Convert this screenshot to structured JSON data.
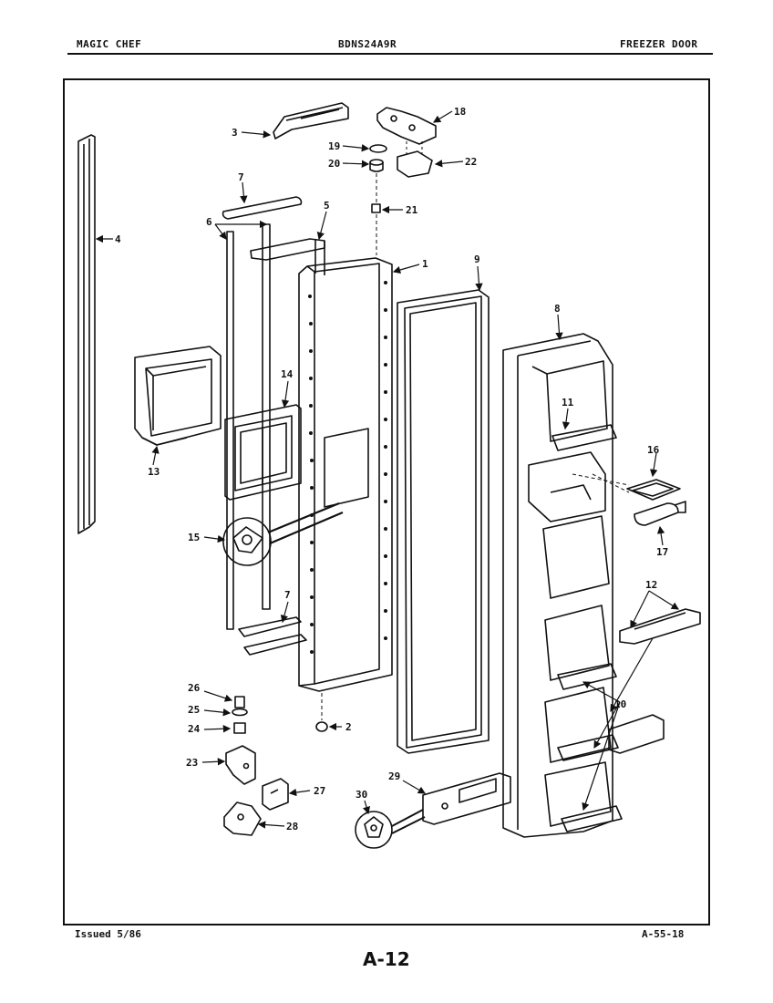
{
  "header": {
    "brand": "MAGIC CHEF",
    "model": "BDNS24A9R",
    "section": "FREEZER DOOR"
  },
  "footer": {
    "issued": "Issued 5/86",
    "code": "A-55-18",
    "page": "A-12"
  },
  "callouts": {
    "c1": "1",
    "c2": "2",
    "c3": "3",
    "c4": "4",
    "c5": "5",
    "c6": "6",
    "c7a": "7",
    "c7b": "7",
    "c8": "8",
    "c9": "9",
    "c10": "10",
    "c11": "11",
    "c12": "12",
    "c13": "13",
    "c14": "14",
    "c15": "15",
    "c16": "16",
    "c17": "17",
    "c18": "18",
    "c19": "19",
    "c20": "20",
    "c21": "21",
    "c22": "22",
    "c23": "23",
    "c24": "24",
    "c25": "25",
    "c26": "26",
    "c27": "27",
    "c28": "28",
    "c29": "29",
    "c30": "30"
  }
}
